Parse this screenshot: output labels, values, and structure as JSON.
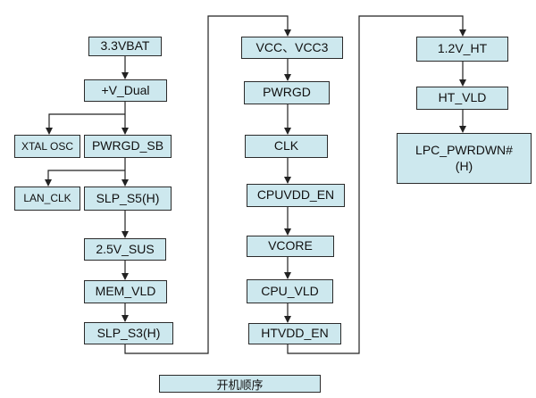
{
  "diagram": {
    "column1": {
      "vbat": "3.3VBAT",
      "v_dual": "+V_Dual",
      "xtal_osc": "XTAL OSC",
      "pwrgd_sb": "PWRGD_SB",
      "lan_clk": "LAN_CLK",
      "slp_s5": "SLP_S5(H)",
      "v25_sus": "2.5V_SUS",
      "mem_vld": "MEM_VLD",
      "slp_s3": "SLP_S3(H)"
    },
    "column2": {
      "vcc_vcc3": "VCC、VCC3",
      "pwrgd": "PWRGD",
      "clk": "CLK",
      "cpuvdd_en": "CPUVDD_EN",
      "vcore": "VCORE",
      "cpu_vld": "CPU_VLD",
      "htvdd_en": "HTVDD_EN"
    },
    "column3": {
      "v12_ht": "1.2V_HT",
      "ht_vld": "HT_VLD",
      "lpc_pwrdwn": "LPC_PWRDWN#\n(H)"
    },
    "caption": "开机顺序"
  }
}
